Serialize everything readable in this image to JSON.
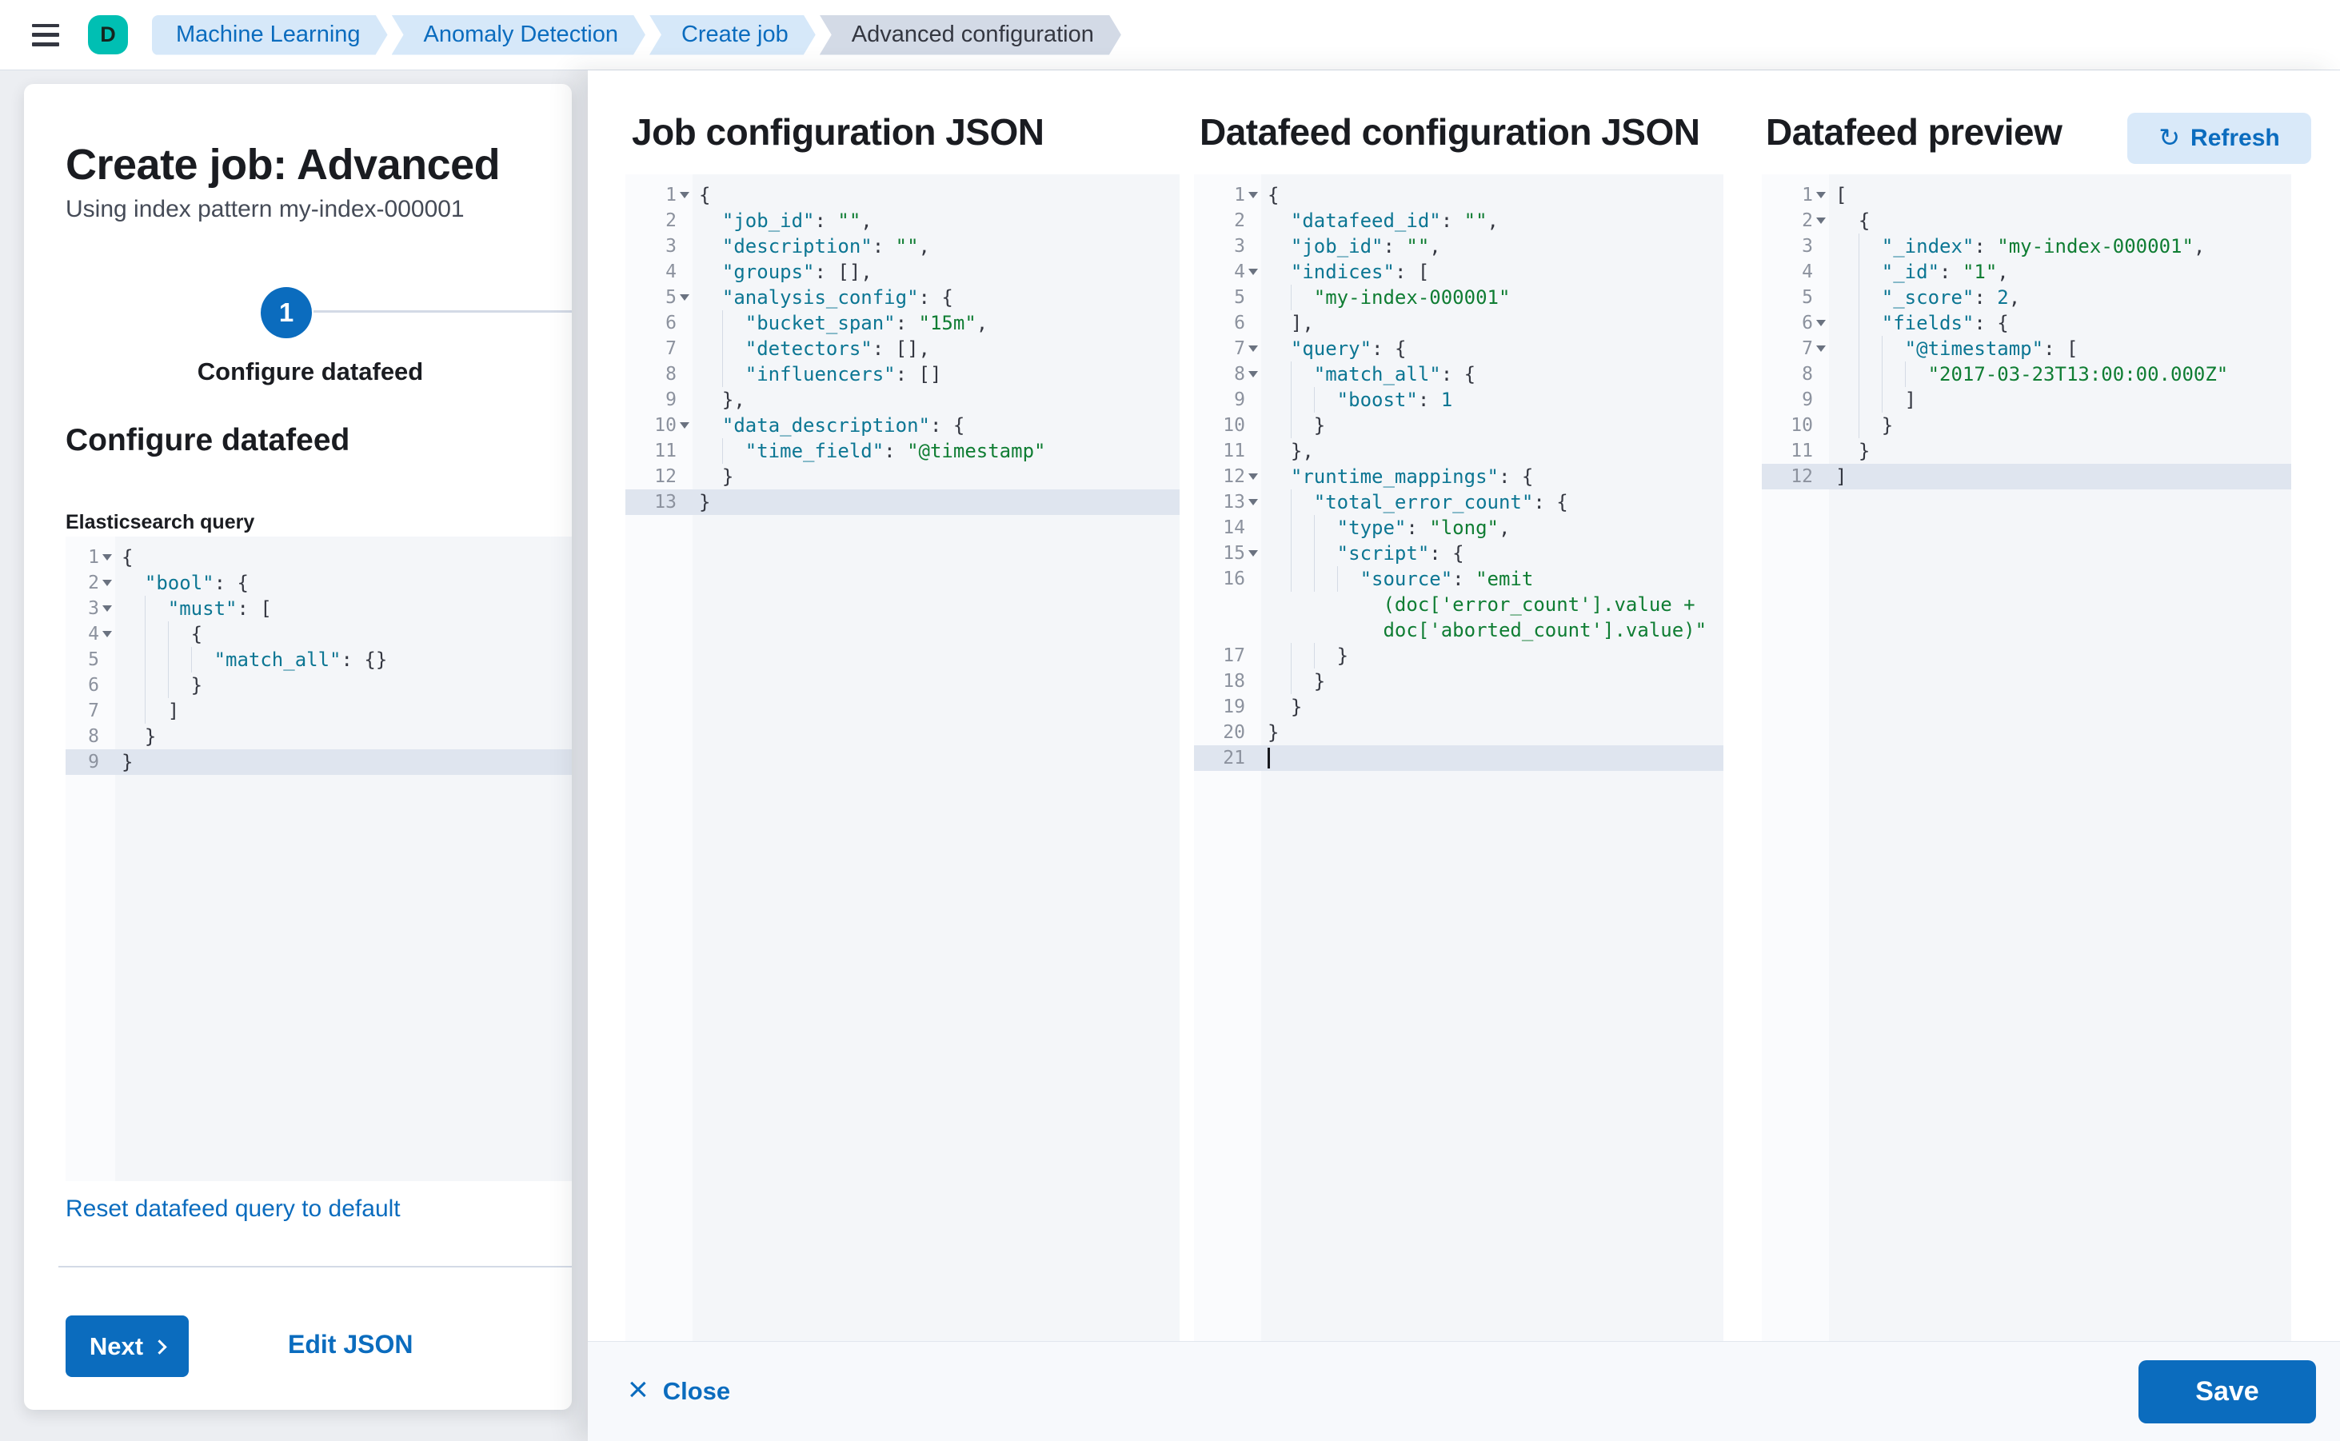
{
  "topbar": {
    "avatar_initial": "D",
    "breadcrumbs": [
      {
        "label": "Machine Learning",
        "current": false
      },
      {
        "label": "Anomaly Detection",
        "current": false
      },
      {
        "label": "Create job",
        "current": false
      },
      {
        "label": "Advanced configuration",
        "current": true
      }
    ]
  },
  "wizard": {
    "title": "Create job: Advanced",
    "subtitle": "Using index pattern my-index-000001",
    "step_number": "1",
    "step_label": "Configure datafeed",
    "section_heading": "Configure datafeed",
    "query_label": "Elasticsearch query",
    "reset_link": "Reset datafeed query to default",
    "next_label": "Next",
    "edit_json_label": "Edit JSON"
  },
  "flyout": {
    "columns": [
      {
        "heading": "Job configuration JSON"
      },
      {
        "heading": "Datafeed configuration JSON"
      },
      {
        "heading": "Datafeed preview",
        "refresh_label": "Refresh",
        "refresh_icon": "refresh-icon"
      }
    ],
    "close_label": "Close",
    "save_label": "Save"
  },
  "colors": {
    "accent_blue": "#0b6cbe",
    "avatar_green": "#00bfb3",
    "breadcrumb_blue_bg": "#d6e8f9",
    "breadcrumb_gray_bg": "#d3dae6",
    "editor_bg": "#f4f6f9",
    "editor_active_line": "#dfe5ef",
    "code_key": "#0c7693",
    "code_string": "#0f7d33",
    "code_number": "#0c7693",
    "code_punct": "#343741"
  },
  "editors": {
    "es_query": {
      "lines": [
        {
          "n": 1,
          "fold": true,
          "ind": 0,
          "seg": [
            [
              "p",
              "{"
            ]
          ]
        },
        {
          "n": 2,
          "fold": true,
          "ind": 1,
          "seg": [
            [
              "k",
              "\"bool\""
            ],
            [
              "p",
              ": {"
            ]
          ]
        },
        {
          "n": 3,
          "fold": true,
          "ind": 2,
          "seg": [
            [
              "k",
              "\"must\""
            ],
            [
              "p",
              ": ["
            ]
          ]
        },
        {
          "n": 4,
          "fold": true,
          "ind": 3,
          "seg": [
            [
              "p",
              "{"
            ]
          ]
        },
        {
          "n": 5,
          "fold": false,
          "ind": 4,
          "seg": [
            [
              "k",
              "\"match_all\""
            ],
            [
              "p",
              ": {}"
            ]
          ]
        },
        {
          "n": 6,
          "fold": false,
          "ind": 3,
          "seg": [
            [
              "p",
              "}"
            ]
          ]
        },
        {
          "n": 7,
          "fold": false,
          "ind": 2,
          "seg": [
            [
              "p",
              "]"
            ]
          ]
        },
        {
          "n": 8,
          "fold": false,
          "ind": 1,
          "seg": [
            [
              "p",
              "}"
            ]
          ]
        },
        {
          "n": 9,
          "fold": false,
          "ind": 0,
          "active": true,
          "seg": [
            [
              "p",
              "}"
            ]
          ]
        }
      ]
    },
    "job_config": {
      "lines": [
        {
          "n": 1,
          "fold": true,
          "ind": 0,
          "seg": [
            [
              "p",
              "{"
            ]
          ]
        },
        {
          "n": 2,
          "fold": false,
          "ind": 1,
          "seg": [
            [
              "k",
              "\"job_id\""
            ],
            [
              "p",
              ": "
            ],
            [
              "s",
              "\"\""
            ],
            [
              "p",
              ","
            ]
          ]
        },
        {
          "n": 3,
          "fold": false,
          "ind": 1,
          "seg": [
            [
              "k",
              "\"description\""
            ],
            [
              "p",
              ": "
            ],
            [
              "s",
              "\"\""
            ],
            [
              "p",
              ","
            ]
          ]
        },
        {
          "n": 4,
          "fold": false,
          "ind": 1,
          "seg": [
            [
              "k",
              "\"groups\""
            ],
            [
              "p",
              ": [],"
            ]
          ]
        },
        {
          "n": 5,
          "fold": true,
          "ind": 1,
          "seg": [
            [
              "k",
              "\"analysis_config\""
            ],
            [
              "p",
              ": {"
            ]
          ]
        },
        {
          "n": 6,
          "fold": false,
          "ind": 2,
          "seg": [
            [
              "k",
              "\"bucket_span\""
            ],
            [
              "p",
              ": "
            ],
            [
              "s",
              "\"15m\""
            ],
            [
              "p",
              ","
            ]
          ]
        },
        {
          "n": 7,
          "fold": false,
          "ind": 2,
          "seg": [
            [
              "k",
              "\"detectors\""
            ],
            [
              "p",
              ": [],"
            ]
          ]
        },
        {
          "n": 8,
          "fold": false,
          "ind": 2,
          "seg": [
            [
              "k",
              "\"influencers\""
            ],
            [
              "p",
              ": []"
            ]
          ]
        },
        {
          "n": 9,
          "fold": false,
          "ind": 1,
          "seg": [
            [
              "p",
              "},"
            ]
          ]
        },
        {
          "n": 10,
          "fold": true,
          "ind": 1,
          "seg": [
            [
              "k",
              "\"data_description\""
            ],
            [
              "p",
              ": {"
            ]
          ]
        },
        {
          "n": 11,
          "fold": false,
          "ind": 2,
          "seg": [
            [
              "k",
              "\"time_field\""
            ],
            [
              "p",
              ": "
            ],
            [
              "s",
              "\"@timestamp\""
            ]
          ]
        },
        {
          "n": 12,
          "fold": false,
          "ind": 1,
          "seg": [
            [
              "p",
              "}"
            ]
          ]
        },
        {
          "n": 13,
          "fold": false,
          "ind": 0,
          "active": true,
          "seg": [
            [
              "p",
              "}"
            ]
          ]
        }
      ]
    },
    "datafeed_config": {
      "lines": [
        {
          "n": 1,
          "fold": true,
          "ind": 0,
          "seg": [
            [
              "p",
              "{"
            ]
          ]
        },
        {
          "n": 2,
          "fold": false,
          "ind": 1,
          "seg": [
            [
              "k",
              "\"datafeed_id\""
            ],
            [
              "p",
              ": "
            ],
            [
              "s",
              "\"\""
            ],
            [
              "p",
              ","
            ]
          ]
        },
        {
          "n": 3,
          "fold": false,
          "ind": 1,
          "seg": [
            [
              "k",
              "\"job_id\""
            ],
            [
              "p",
              ": "
            ],
            [
              "s",
              "\"\""
            ],
            [
              "p",
              ","
            ]
          ]
        },
        {
          "n": 4,
          "fold": true,
          "ind": 1,
          "seg": [
            [
              "k",
              "\"indices\""
            ],
            [
              "p",
              ": ["
            ]
          ]
        },
        {
          "n": 5,
          "fold": false,
          "ind": 2,
          "seg": [
            [
              "s",
              "\"my-index-000001\""
            ]
          ]
        },
        {
          "n": 6,
          "fold": false,
          "ind": 1,
          "seg": [
            [
              "p",
              "],"
            ]
          ]
        },
        {
          "n": 7,
          "fold": true,
          "ind": 1,
          "seg": [
            [
              "k",
              "\"query\""
            ],
            [
              "p",
              ": {"
            ]
          ]
        },
        {
          "n": 8,
          "fold": true,
          "ind": 2,
          "seg": [
            [
              "k",
              "\"match_all\""
            ],
            [
              "p",
              ": {"
            ]
          ]
        },
        {
          "n": 9,
          "fold": false,
          "ind": 3,
          "seg": [
            [
              "k",
              "\"boost\""
            ],
            [
              "p",
              ": "
            ],
            [
              "n",
              "1"
            ]
          ]
        },
        {
          "n": 10,
          "fold": false,
          "ind": 2,
          "seg": [
            [
              "p",
              "}"
            ]
          ]
        },
        {
          "n": 11,
          "fold": false,
          "ind": 1,
          "seg": [
            [
              "p",
              "},"
            ]
          ]
        },
        {
          "n": 12,
          "fold": true,
          "ind": 1,
          "seg": [
            [
              "k",
              "\"runtime_mappings\""
            ],
            [
              "p",
              ": {"
            ]
          ]
        },
        {
          "n": 13,
          "fold": true,
          "ind": 2,
          "seg": [
            [
              "k",
              "\"total_error_count\""
            ],
            [
              "p",
              ": {"
            ]
          ]
        },
        {
          "n": 14,
          "fold": false,
          "ind": 3,
          "seg": [
            [
              "k",
              "\"type\""
            ],
            [
              "p",
              ": "
            ],
            [
              "s",
              "\"long\""
            ],
            [
              "p",
              ","
            ]
          ]
        },
        {
          "n": 15,
          "fold": true,
          "ind": 3,
          "seg": [
            [
              "k",
              "\"script\""
            ],
            [
              "p",
              ": {"
            ]
          ]
        },
        {
          "n": 16,
          "fold": false,
          "ind": 4,
          "seg": [
            [
              "k",
              "\"source\""
            ],
            [
              "p",
              ": "
            ],
            [
              "s",
              "\"emit"
            ]
          ]
        },
        {
          "n": null,
          "fold": false,
          "ind": 0,
          "pad": 10,
          "seg": [
            [
              "s",
              "(doc['error_count'].value +"
            ]
          ]
        },
        {
          "n": null,
          "fold": false,
          "ind": 0,
          "pad": 10,
          "seg": [
            [
              "s",
              "doc['aborted_count'].value)\""
            ]
          ]
        },
        {
          "n": 17,
          "fold": false,
          "ind": 3,
          "seg": [
            [
              "p",
              "}"
            ]
          ]
        },
        {
          "n": 18,
          "fold": false,
          "ind": 2,
          "seg": [
            [
              "p",
              "}"
            ]
          ]
        },
        {
          "n": 19,
          "fold": false,
          "ind": 1,
          "seg": [
            [
              "p",
              "}"
            ]
          ]
        },
        {
          "n": 20,
          "fold": false,
          "ind": 0,
          "seg": [
            [
              "p",
              "}"
            ]
          ]
        },
        {
          "n": 21,
          "fold": false,
          "ind": 0,
          "active": true,
          "cursor": true,
          "seg": []
        }
      ]
    },
    "datafeed_preview": {
      "lines": [
        {
          "n": 1,
          "fold": true,
          "ind": 0,
          "seg": [
            [
              "p",
              "["
            ]
          ]
        },
        {
          "n": 2,
          "fold": true,
          "ind": 1,
          "seg": [
            [
              "p",
              "{"
            ]
          ]
        },
        {
          "n": 3,
          "fold": false,
          "ind": 2,
          "seg": [
            [
              "k",
              "\"_index\""
            ],
            [
              "p",
              ": "
            ],
            [
              "s",
              "\"my-index-000001\""
            ],
            [
              "p",
              ","
            ]
          ]
        },
        {
          "n": 4,
          "fold": false,
          "ind": 2,
          "seg": [
            [
              "k",
              "\"_id\""
            ],
            [
              "p",
              ": "
            ],
            [
              "s",
              "\"1\""
            ],
            [
              "p",
              ","
            ]
          ]
        },
        {
          "n": 5,
          "fold": false,
          "ind": 2,
          "seg": [
            [
              "k",
              "\"_score\""
            ],
            [
              "p",
              ": "
            ],
            [
              "n",
              "2"
            ],
            [
              "p",
              ","
            ]
          ]
        },
        {
          "n": 6,
          "fold": true,
          "ind": 2,
          "seg": [
            [
              "k",
              "\"fields\""
            ],
            [
              "p",
              ": {"
            ]
          ]
        },
        {
          "n": 7,
          "fold": true,
          "ind": 3,
          "seg": [
            [
              "k",
              "\"@timestamp\""
            ],
            [
              "p",
              ": ["
            ]
          ]
        },
        {
          "n": 8,
          "fold": false,
          "ind": 4,
          "seg": [
            [
              "s",
              "\"2017-03-23T13:00:00.000Z\""
            ]
          ]
        },
        {
          "n": 9,
          "fold": false,
          "ind": 3,
          "seg": [
            [
              "p",
              "]"
            ]
          ]
        },
        {
          "n": 10,
          "fold": false,
          "ind": 2,
          "seg": [
            [
              "p",
              "}"
            ]
          ]
        },
        {
          "n": 11,
          "fold": false,
          "ind": 1,
          "seg": [
            [
              "p",
              "}"
            ]
          ]
        },
        {
          "n": 12,
          "fold": false,
          "ind": 0,
          "active": true,
          "seg": [
            [
              "p",
              "]"
            ]
          ]
        }
      ]
    }
  }
}
